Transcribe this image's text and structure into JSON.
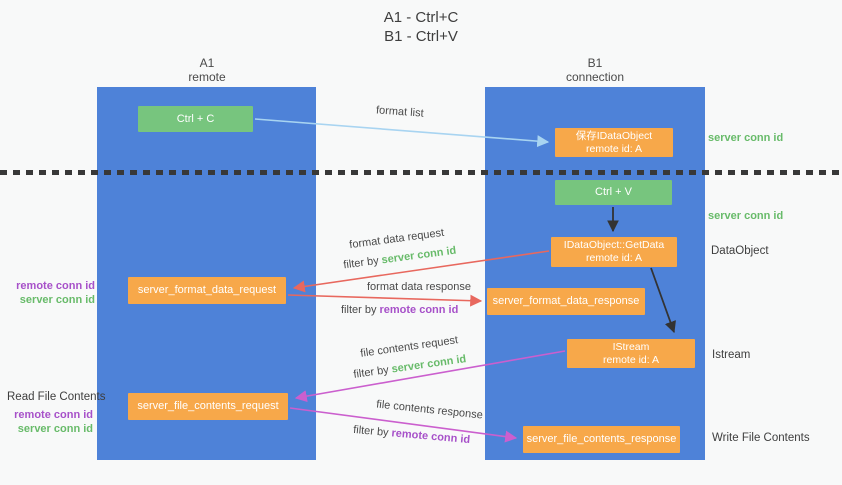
{
  "title": {
    "line1": "A1 - Ctrl+C",
    "line2": "B1 - Ctrl+V"
  },
  "columns": {
    "left": {
      "header_line1": "A1",
      "header_line2": "remote"
    },
    "right": {
      "header_line1": "B1",
      "header_line2": "connection"
    }
  },
  "nodes": {
    "ctrl_c": "Ctrl + C",
    "save_idataobject_line1": "保存IDataObject",
    "save_idataobject_line2": "remote id: A",
    "ctrl_v": "Ctrl + V",
    "getdata_line1": "IDataObject::GetData",
    "getdata_line2": "remote id: A",
    "format_request": "server_format_data_request",
    "format_response": "server_format_data_response",
    "istream_line1": "IStream",
    "istream_line2": "remote id: A",
    "file_request": "server_file_contents_request",
    "file_response": "server_file_contents_response"
  },
  "labels": {
    "format_list": "format list",
    "format_data_request": "format data request",
    "format_data_response": "format data response",
    "file_contents_request": "file contents request",
    "file_contents_response": "file contents response",
    "filter_by": "filter by",
    "server_conn_id": "server conn id",
    "remote_conn_id": "remote conn id",
    "dataobject": "DataObject",
    "istream": "Istream",
    "read_file_contents": "Read File Contents",
    "write_file_contents": "Write File Contents"
  },
  "colors": {
    "bg": "#f8f9f9",
    "column-blue": "#4e82d8",
    "box-green": "#77c57e",
    "box-orange": "#f7a84a",
    "arrow-blue": "#a8d4f1",
    "arrow-red": "#e8685e",
    "arrow-magenta": "#cb5fce",
    "arrow-black": "#333333",
    "text-green": "#68bb6a",
    "text-purple": "#a751c9",
    "text-dark": "#3e3e3e"
  }
}
